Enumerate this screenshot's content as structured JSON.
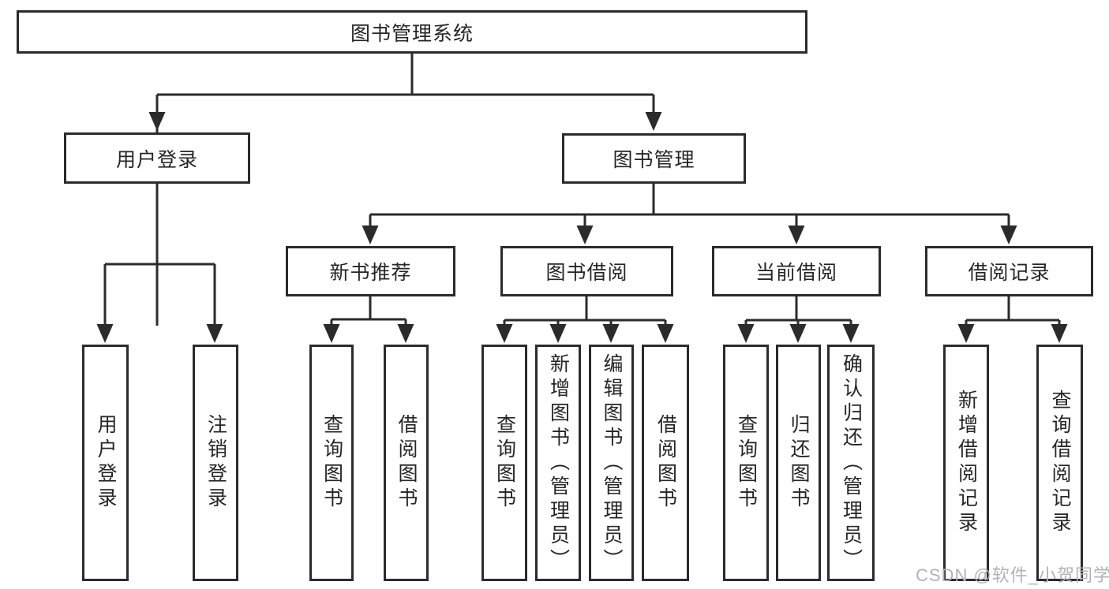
{
  "tree": {
    "root": {
      "label": "图书管理系统"
    },
    "level2": [
      {
        "label": "用户登录"
      },
      {
        "label": "图书管理"
      }
    ],
    "level3": [
      {
        "label": "新书推荐",
        "parent": "图书管理"
      },
      {
        "label": "图书借阅",
        "parent": "图书管理"
      },
      {
        "label": "当前借阅",
        "parent": "图书管理"
      },
      {
        "label": "借阅记录",
        "parent": "图书管理"
      }
    ],
    "leaves": [
      {
        "label": "用户登录",
        "parent": "用户登录"
      },
      {
        "label": "注销登录",
        "parent": "用户登录"
      },
      {
        "label": "查询图书",
        "parent": "新书推荐"
      },
      {
        "label": "借阅图书",
        "parent": "新书推荐"
      },
      {
        "label": "查询图书",
        "parent": "图书借阅"
      },
      {
        "label": "新增图书（管理员）",
        "parent": "图书借阅"
      },
      {
        "label": "编辑图书（管理员）",
        "parent": "图书借阅"
      },
      {
        "label": "借阅图书",
        "parent": "图书借阅"
      },
      {
        "label": "查询图书",
        "parent": "当前借阅"
      },
      {
        "label": "归还图书",
        "parent": "当前借阅"
      },
      {
        "label": "确认归还（管理员）",
        "parent": "当前借阅"
      },
      {
        "label": "新增借阅记录",
        "parent": "借阅记录"
      },
      {
        "label": "查询借阅记录",
        "parent": "借阅记录"
      }
    ]
  },
  "watermark": {
    "text": "CSDN @软件_小贺同学"
  },
  "colors": {
    "line": "#2b2b2b",
    "text": "#262626",
    "box_background": "#ffffff",
    "watermark": "#b3b3b3"
  }
}
